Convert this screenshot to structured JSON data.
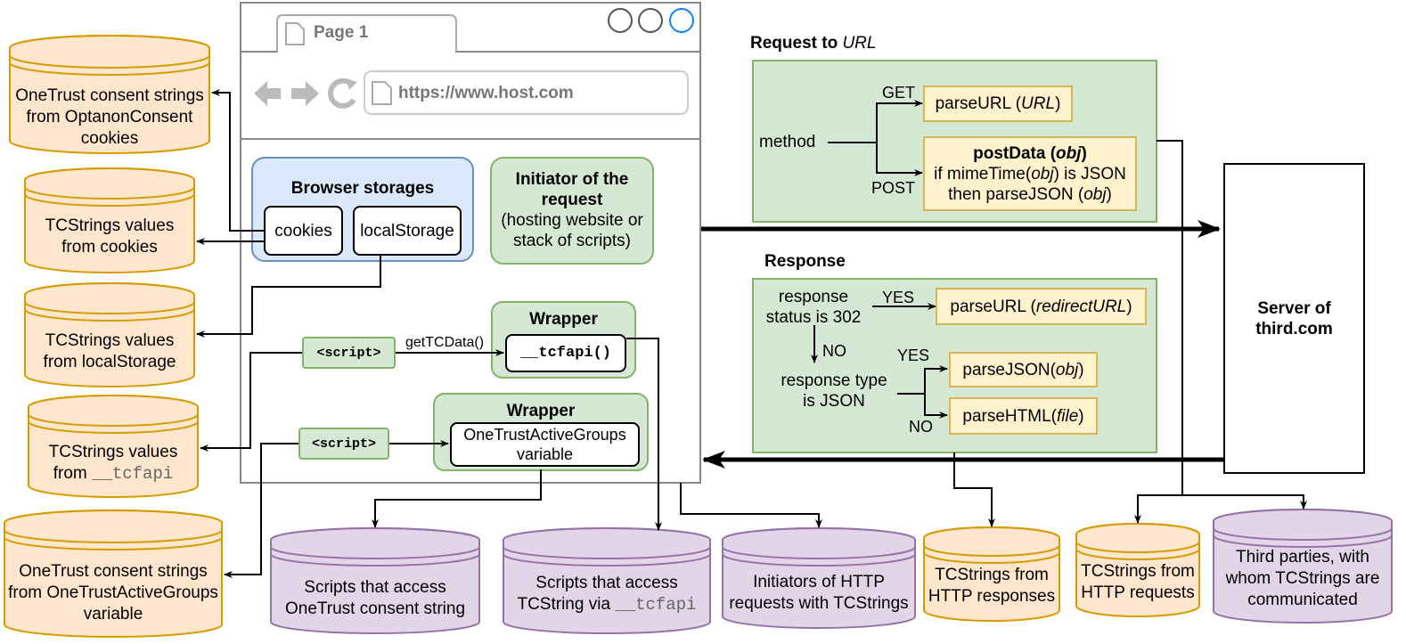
{
  "browser": {
    "tab_label": "Page 1",
    "url": "https://www.host.com"
  },
  "storages": {
    "title": "Browser storages",
    "cookies": "cookies",
    "localStorage": "localStorage"
  },
  "initiator": {
    "title": "Initiator of the request",
    "subtitle": "(hosting website or stack of scripts)"
  },
  "wrapper1": {
    "title": "Wrapper",
    "func": "__tcfapi()"
  },
  "wrapper2": {
    "title": "Wrapper",
    "var_line1": "OneTrustActiveGroups",
    "var_line2": "variable"
  },
  "script_tag": "<script>",
  "call_label": "getTCData()",
  "request": {
    "heading_prefix": "Request to ",
    "heading_url": "URL",
    "method": "method",
    "get": "GET",
    "post": "POST",
    "parse_url": "parseURL (",
    "parse_url_arg": "URL",
    "post_data_title": "postData (",
    "post_data_arg": "obj",
    "post_line2_a": "if mimeTime(",
    "post_line2_arg": "obj",
    "post_line2_b": ") is JSON",
    "post_line3_a": "then parseJSON (",
    "post_line3_arg": "obj"
  },
  "response": {
    "heading": "Response",
    "status_line1": "response",
    "status_line2": "status is 302",
    "yes1": "YES",
    "no1": "NO",
    "redirect_a": "parseURL (",
    "redirect_arg": "redirectURL",
    "type_line1": "response type",
    "type_line2": "is JSON",
    "yes2": "YES",
    "no2": "NO",
    "json_a": "parseJSON(",
    "json_arg": "obj",
    "html_a": "parseHTML(",
    "html_arg": "file"
  },
  "server": {
    "line1": "Server of",
    "line2": "third.com"
  },
  "left_outputs": [
    {
      "line1": "OneTrust consent strings",
      "line2": "from OptanonConsent",
      "line3": "cookies"
    },
    {
      "line1": "TCStrings values",
      "line2": "from cookies"
    },
    {
      "line1": "TCStrings values",
      "line2": "from localStorage"
    },
    {
      "line1": "TCStrings values",
      "line2_prefix": "from ",
      "line2_mono": "__tcfapi"
    },
    {
      "line1": "OneTrust consent strings",
      "line2": "from OneTrustActiveGroups",
      "line3": "variable"
    }
  ],
  "bottom_outputs": [
    {
      "line1": "Scripts that access",
      "line2": "OneTrust consent string"
    },
    {
      "line1": "Scripts that access",
      "line2_prefix": "TCString via ",
      "line2_mono": "__tcfapi"
    },
    {
      "line1": "Initiators of HTTP",
      "line2": "requests with TCStrings"
    },
    {
      "line1": "TCStrings from",
      "line2": "HTTP responses"
    },
    {
      "line1": "TCStrings from",
      "line2": "HTTP requests"
    },
    {
      "line1": "Third parties, with",
      "line2": "whom TCStrings are",
      "line3": "communicated"
    }
  ],
  "colors": {
    "orange_fill": "#ffe6cc",
    "orange_stroke": "#d79b00",
    "purple_fill": "#e1d5e7",
    "purple_stroke": "#9673a6",
    "green_fill": "#d5e8d4",
    "green_stroke": "#82b366",
    "blue_fill": "#dae8fc",
    "blue_stroke": "#6c8ebf",
    "yellow_fill": "#fff2cc",
    "yellow_stroke": "#d6b656"
  }
}
